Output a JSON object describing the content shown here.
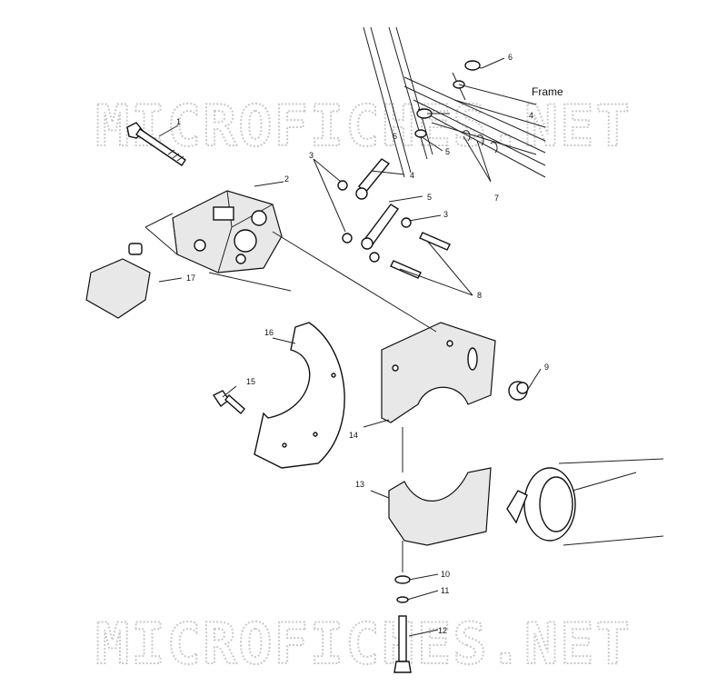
{
  "watermark": {
    "text_top": "MICROFICHES.NET",
    "text_bottom": "MICROFICHES.NET"
  },
  "frame_label": "Frame",
  "callouts": [
    {
      "id": "c1",
      "label": "1"
    },
    {
      "id": "c2",
      "label": "2"
    },
    {
      "id": "c3a",
      "label": "3"
    },
    {
      "id": "c3b",
      "label": "3"
    },
    {
      "id": "c4a",
      "label": "4"
    },
    {
      "id": "c4b",
      "label": "4"
    },
    {
      "id": "c5a",
      "label": "5"
    },
    {
      "id": "c5b",
      "label": "5"
    },
    {
      "id": "c6a",
      "label": "6"
    },
    {
      "id": "c6b",
      "label": "6"
    },
    {
      "id": "c7",
      "label": "7"
    },
    {
      "id": "c8",
      "label": "8"
    },
    {
      "id": "c9",
      "label": "9"
    },
    {
      "id": "c10",
      "label": "10"
    },
    {
      "id": "c11",
      "label": "11"
    },
    {
      "id": "c12",
      "label": "12"
    },
    {
      "id": "c13",
      "label": "13"
    },
    {
      "id": "c14",
      "label": "14"
    },
    {
      "id": "c15",
      "label": "15"
    },
    {
      "id": "c16",
      "label": "16"
    },
    {
      "id": "c17",
      "label": "17"
    }
  ],
  "colors": {
    "line": "#111111",
    "watermark": "#c9c9c9",
    "background": "#ffffff"
  }
}
